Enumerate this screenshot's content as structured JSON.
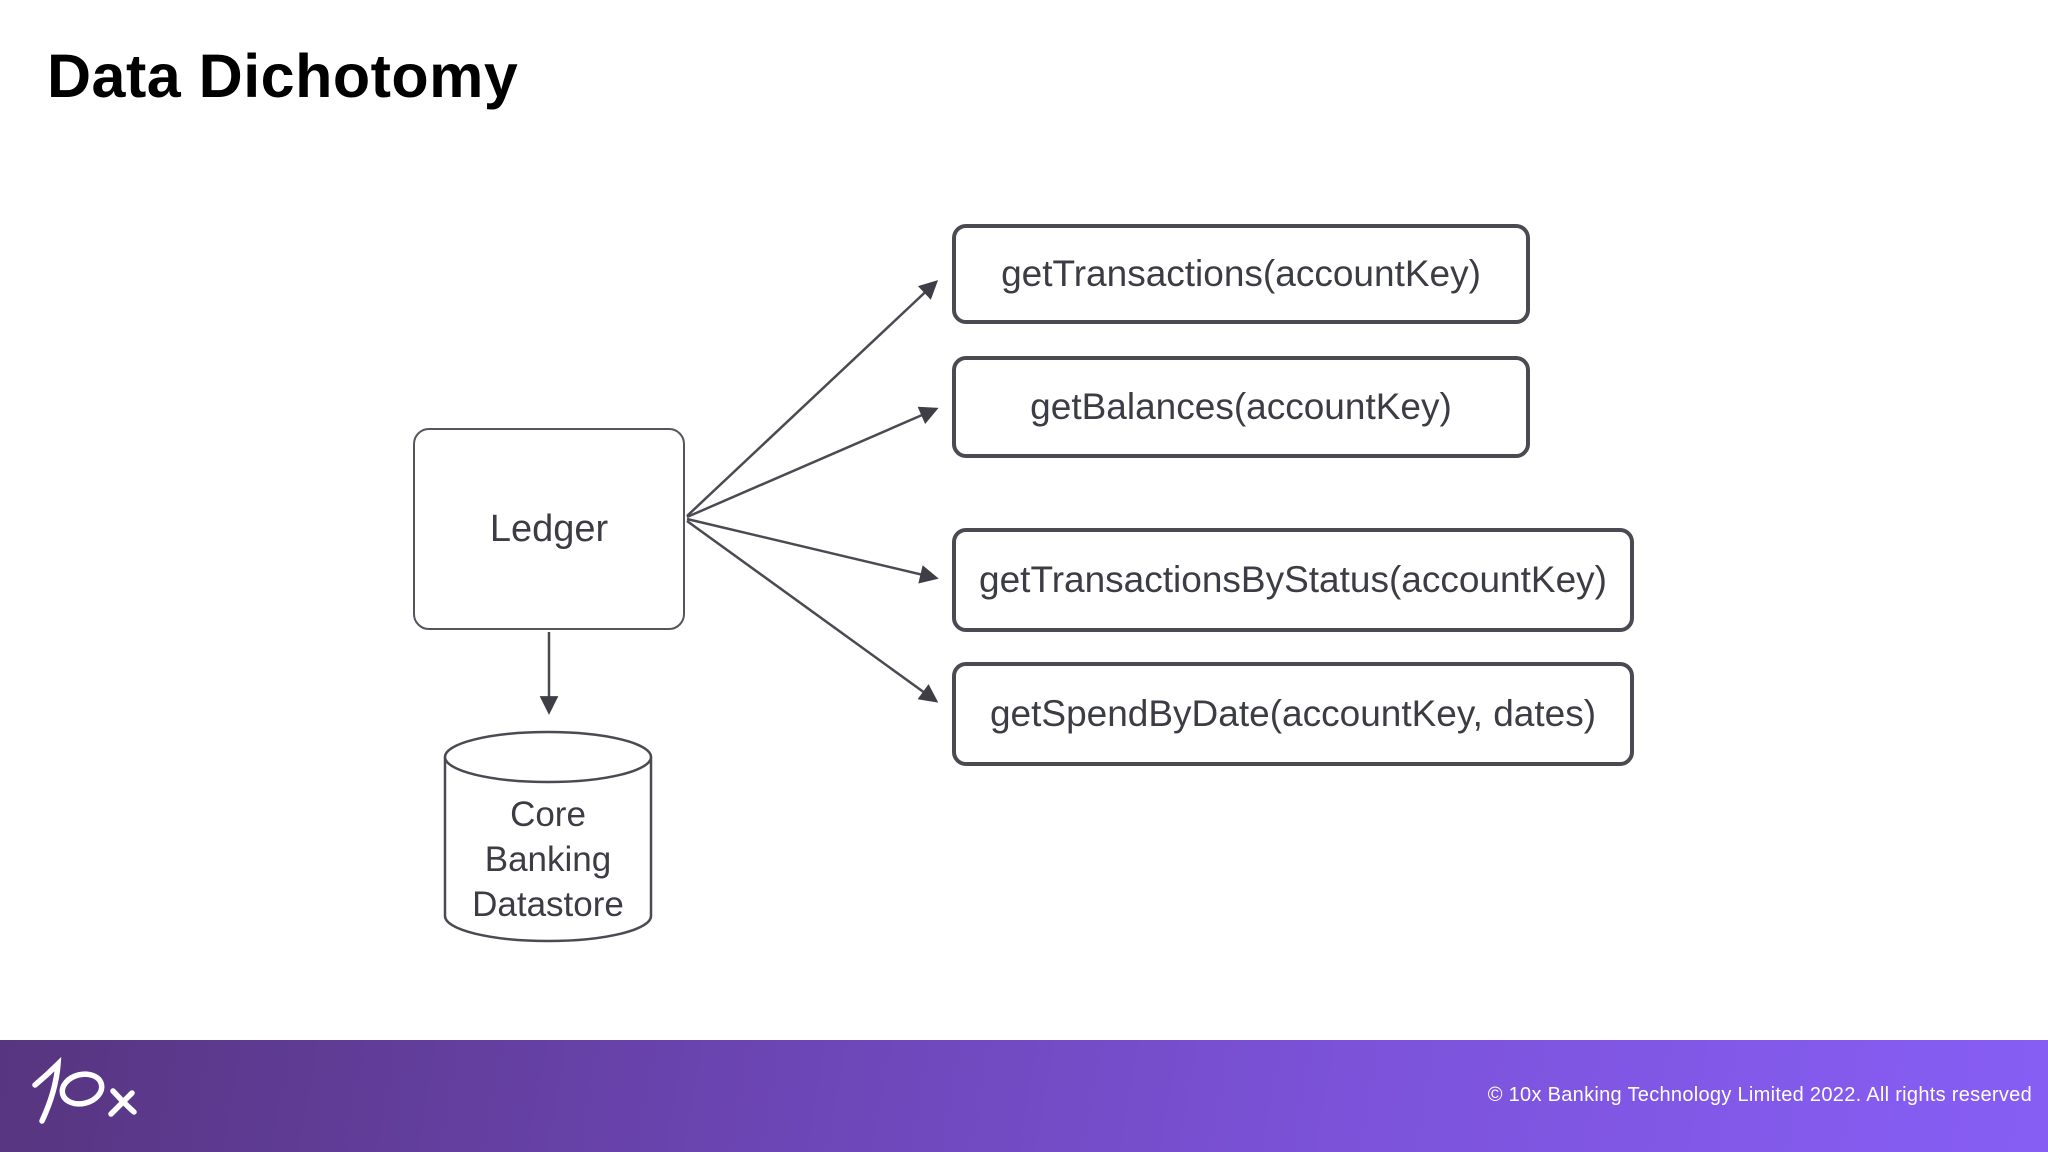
{
  "slide": {
    "title": "Data Dichotomy"
  },
  "diagram": {
    "ledger": {
      "label": "Ledger"
    },
    "datastore": {
      "lines": [
        "Core",
        "Banking",
        "Datastore"
      ]
    },
    "methods": [
      {
        "label": "getTransactions(accountKey)"
      },
      {
        "label": "getBalances(accountKey)"
      },
      {
        "label": "getTransactionsByStatus(accountKey)"
      },
      {
        "label": "getSpendByDate(accountKey, dates)"
      }
    ],
    "colors": {
      "node_border": "#4a4a52",
      "node_text": "#3c3c44",
      "arrow": "#4a4a52"
    }
  },
  "footer": {
    "logo": "10x",
    "copyright": "© 10x Banking Technology Limited 2022. All rights reserved",
    "colors": {
      "gradient_left": "#57357f",
      "gradient_mid": "#7b52d8",
      "gradient_right": "#875ef5",
      "text": "#ffffff"
    }
  }
}
